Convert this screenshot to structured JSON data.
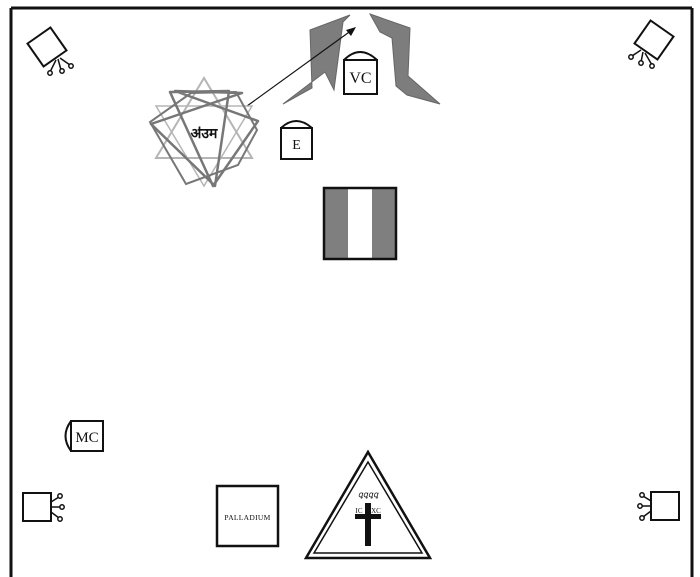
{
  "labels": {
    "aum": "ॳउम",
    "vc": "VC",
    "e": "E",
    "mc": "MC",
    "palladium": "PALLADIUM",
    "icon_top": "ꝗꝗꝗꝗ",
    "ic": "IC",
    "xc": "XC"
  },
  "icons": {
    "corner_top_left": "rotated-square-device-icon",
    "corner_top_right": "rotated-square-device-icon",
    "corner_bottom_left": "square-device-icon",
    "corner_bottom_right": "square-device-icon",
    "star": "nine-point-star-icon",
    "cross": "cross-icon",
    "arrow": "arrow-icon"
  },
  "colors": {
    "frame": "#111111",
    "gate": "#7d7d7d",
    "star_dark": "#777777",
    "star_light": "#b5b5b5",
    "flag_gray": "#7f7f7f",
    "flag_white": "#ffffff"
  }
}
